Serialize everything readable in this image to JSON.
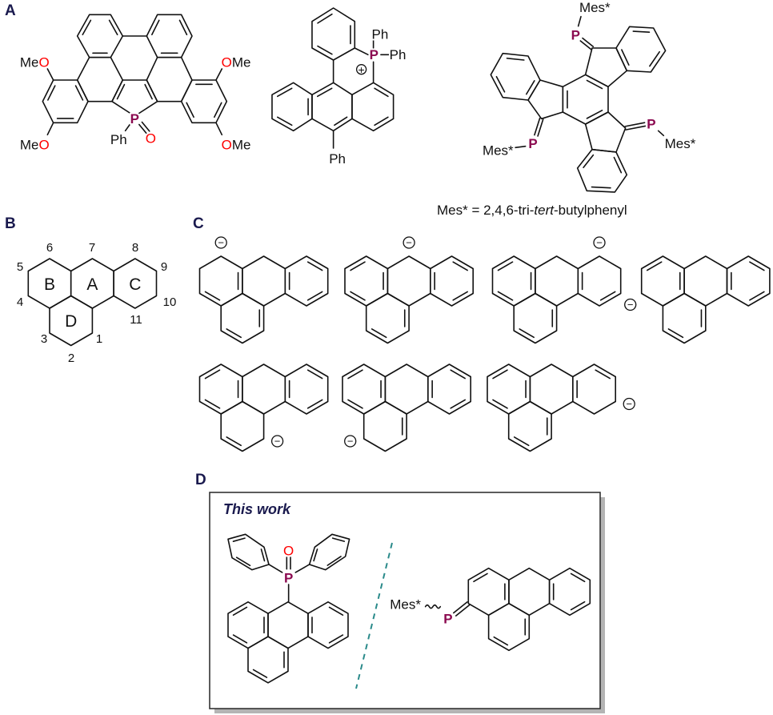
{
  "colors": {
    "phosphorus": "#8b0a50",
    "oxygen": "#ff0000",
    "panel_label": "#1a1a4e",
    "divider": "#2a8a8a"
  },
  "panel_labels": {
    "A": "A",
    "B": "B",
    "C": "C",
    "D": "D"
  },
  "panel_a": {
    "mol1": {
      "me": "Me",
      "o": "O",
      "p": "P",
      "ph": "Ph"
    },
    "mol2": {
      "p": "P",
      "ph": "Ph",
      "charge": "+"
    },
    "mol3": {
      "p": "P",
      "mes": "Mes*"
    },
    "footnote": {
      "prefix": "Mes* = 2,4,6-tri-",
      "italic": "tert",
      "suffix": "-butylphenyl"
    }
  },
  "panel_b": {
    "ring_labels": {
      "A": "A",
      "B": "B",
      "C": "C",
      "D": "D"
    },
    "positions": [
      "1",
      "2",
      "3",
      "4",
      "5",
      "6",
      "7",
      "8",
      "9",
      "10",
      "11"
    ]
  },
  "panel_c": {
    "charge_symbol": "−",
    "structures": [
      {
        "anion_site": 6
      },
      {
        "anion_site": 7
      },
      {
        "anion_site": 8
      },
      {
        "anion_site": 4
      },
      {
        "anion_site": 1
      },
      {
        "anion_site": 3
      },
      {
        "anion_site": 10
      }
    ]
  },
  "panel_d": {
    "title": "This work",
    "mol1": {
      "p": "P",
      "o": "O"
    },
    "mol2": {
      "mes": "Mes*",
      "p": "P"
    }
  }
}
